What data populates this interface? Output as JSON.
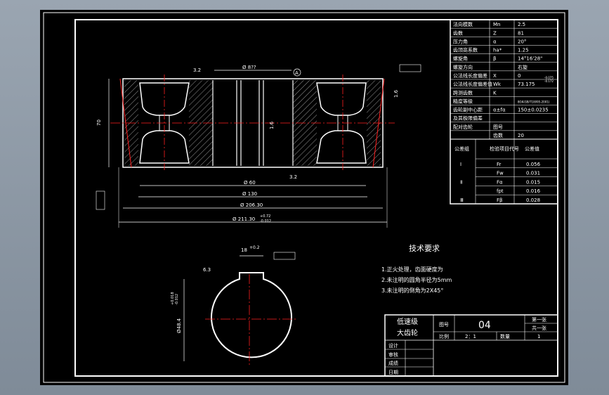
{
  "params_table": {
    "rows": [
      {
        "name": "法向模数",
        "sym": "Mn",
        "val": "2.5"
      },
      {
        "name": "齿数",
        "sym": "Z",
        "val": "81"
      },
      {
        "name": "压力角",
        "sym": "α",
        "val": "20°"
      },
      {
        "name": "齿顶高系数",
        "sym": "ha*",
        "val": "1.25"
      },
      {
        "name": "螺旋角",
        "sym": "β",
        "val": "14°16'28\""
      },
      {
        "name": "螺旋方向",
        "sym": "",
        "val": "右旋"
      },
      {
        "name": "公法线长度偏差",
        "sym": "X",
        "val": "0"
      },
      {
        "name": "公法线长度偏差值",
        "sym": "Wk",
        "val": "73.175"
      },
      {
        "name": "跨测齿数",
        "sym": "K",
        "val": ""
      },
      {
        "name": "精度等级",
        "sym": "",
        "val": "8GK(GB/T10095-2001)"
      },
      {
        "name": "齿轮副中心距",
        "sym": "α±fα",
        "val": "150±0.0235"
      },
      {
        "name": "及其极限偏差",
        "sym": "",
        "val": ""
      },
      {
        "name": "配对齿轮",
        "sym": "图号",
        "val": ""
      },
      {
        "name": "",
        "sym": "齿数",
        "val": "20"
      }
    ],
    "wk_tol_upper": "-0.075",
    "wk_tol_lower": "-0.172",
    "tol_header": {
      "group": "公差组",
      "item": "检验项目代号",
      "value": "公差值"
    },
    "tol_rows": [
      {
        "group": "Ⅰ",
        "code": "Fr",
        "value": "0.056"
      },
      {
        "group": "",
        "code": "Fw",
        "value": "0.031"
      },
      {
        "group": "Ⅱ",
        "code": "Fα",
        "value": "0.015"
      },
      {
        "group": "",
        "code": "fpt",
        "value": "0.016"
      },
      {
        "group": "Ⅲ",
        "code": "Fβ",
        "value": "0.028"
      }
    ]
  },
  "tech_req": {
    "title": "技术要求",
    "items": [
      "1.正火处理，齿面硬度为",
      "2.未注明的圆角半径为5mm",
      "3.未注明的倒角为2X45°"
    ]
  },
  "title_block": {
    "part_name": [
      "低速级",
      "大齿轮"
    ],
    "drawing_no_label": "图号",
    "drawing_no": "04",
    "sheet_total": "第一张",
    "sheet_of": "共一张",
    "scale_label": "比例",
    "scale": "2：1",
    "qty_label": "数量",
    "qty": "1",
    "roles": [
      "设计",
      "审核",
      "成绩",
      "日期"
    ]
  },
  "dimensions": {
    "d_bore": "Ø 60",
    "d_hub": "Ø 130",
    "d_root": "Ø 206.30",
    "d_tip": "Ø 211.30",
    "d_tip_tol_u": "+0.72",
    "d_tip_tol_l": "-0.012",
    "d_web": "Ø 8??",
    "width": "70",
    "hub_offset": "3.2",
    "web_dim": "1.6",
    "rough1": "3.2",
    "rough2": "3.2",
    "rough3": "1.6",
    "keyway": "18",
    "keyway_tol": "+0.2",
    "key_depth": "Ø48.4",
    "key_depth_tol_u": "+0.018",
    "key_depth_tol_l": "-0.012",
    "key_rough": "6.3",
    "datum_a": "A"
  }
}
